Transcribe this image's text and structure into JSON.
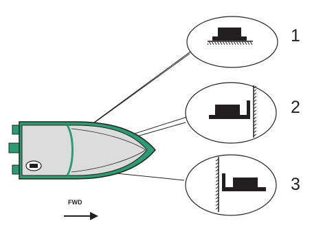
{
  "diagram": {
    "options": [
      {
        "number": "1",
        "mount": "horizontal-surface"
      },
      {
        "number": "2",
        "mount": "vertical-surface-right"
      },
      {
        "number": "3",
        "mount": "vertical-surface-left"
      }
    ],
    "direction_label": "FWD",
    "colors": {
      "hull_fill": "#dcdcdc",
      "hull_outline": "#231f20",
      "hull_trim": "#2a9d73",
      "lines": "#231f20",
      "background": "#ffffff"
    }
  }
}
